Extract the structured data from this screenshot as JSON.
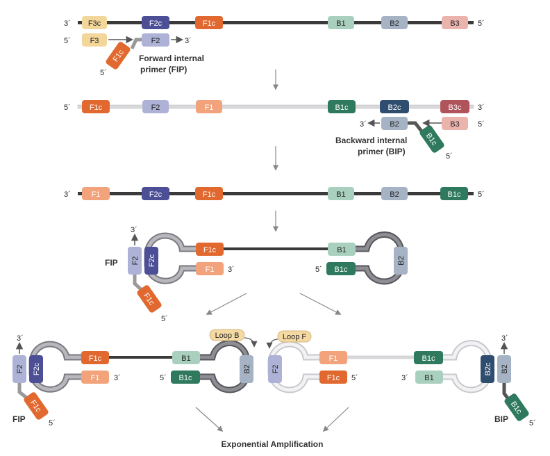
{
  "row1": {
    "strand_end_left": "3´",
    "strand_end_right": "5´",
    "segments": [
      "F3c",
      "F2c",
      "F1c",
      "B1",
      "B2",
      "B3"
    ],
    "f3_primer": {
      "end_left": "5´",
      "label": "F3"
    },
    "fip_primer": {
      "f2": "F2",
      "f2_end": "3´",
      "f1c": "F1c",
      "f1c_end": "5´"
    },
    "caption_line1": "Forward internal",
    "caption_line2": "primer (FIP)"
  },
  "row2": {
    "strand_end_left": "5´",
    "strand_end_right": "3´",
    "segments": [
      "F1c",
      "F2",
      "F1",
      "B1c",
      "B2c",
      "B3c"
    ],
    "bip_primer": {
      "b2": "B2",
      "b2_end": "3´",
      "b1c": "B1c",
      "b1c_end": "5´"
    },
    "b3_primer": {
      "label": "B3",
      "end_right": "5´"
    },
    "caption_line1": "Backward internal",
    "caption_line2": "primer (BIP)"
  },
  "row3": {
    "strand_end_left": "3´",
    "strand_end_right": "5´",
    "segments": [
      "F1",
      "F2c",
      "F1c",
      "B1",
      "B2",
      "B1c"
    ]
  },
  "row4": {
    "fip_label": "FIP",
    "f2": "F2",
    "f2_end": "3´",
    "f2c": "F2c",
    "f1c_tail": "F1c",
    "tail_end": "5´",
    "f1c": "F1c",
    "f1": "F1",
    "f1_end": "3´",
    "b1": "B1",
    "b1c": "B1c",
    "b1c_end": "5´",
    "b2": "B2"
  },
  "row5_left": {
    "fip_label": "FIP",
    "f2": "F2",
    "f2_end": "3´",
    "f2c": "F2c",
    "f1c_tail": "F1c",
    "tail_end": "5´",
    "f1c": "F1c",
    "f1": "F1",
    "f1_end": "3´",
    "b1": "B1",
    "b1c": "B1c",
    "b1c_end": "5´",
    "b2": "B2",
    "loop": "Loop B"
  },
  "row5_right": {
    "bip_label": "BIP",
    "f2": "F2",
    "f1": "F1",
    "f1c": "F1c",
    "f1c_end": "5´",
    "b1c": "B1c",
    "b1": "B1",
    "b1_end": "3´",
    "b2c": "B2c",
    "b2": "B2",
    "b2_end": "3´",
    "b1c_tail": "B1c",
    "tail_end": "5´",
    "loop": "Loop F"
  },
  "footer": "Exponential Amplification",
  "colors": {
    "backbone_dark": "#3a3a3a",
    "backbone_light": "#d9d9dc",
    "f3": "#f3d79a",
    "f2": "#aeb2d6",
    "f2c": "#4c4f96",
    "f1": "#f3a37c",
    "f1c": "#e1692f",
    "b1": "#a9d0bf",
    "b1c": "#2f7a5e",
    "b2": "#a6b3c4",
    "b2c": "#2f4d6e",
    "b3": "#eab4ad",
    "b3c": "#b0535b",
    "loop_tag": "#f4d9a3",
    "arrow": "#888888"
  }
}
